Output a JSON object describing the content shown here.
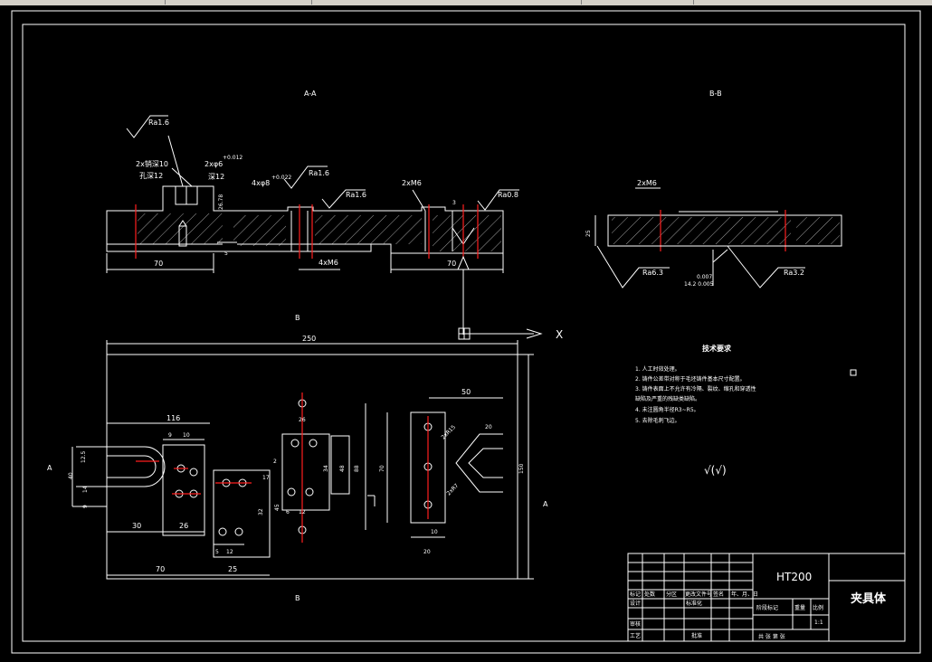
{
  "views": {
    "section_aa_title": "A-A",
    "section_bb_title": "B-B",
    "view_b_label": "B",
    "view_a_label": "A",
    "axis_x_label": "X"
  },
  "roughness": {
    "ra16_a": "Ra1.6",
    "ra16_b": "Ra1.6",
    "ra16_c": "Ra1.6",
    "ra08": "Ra0.8",
    "ra63": "Ra6.3",
    "ra32": "Ra3.2"
  },
  "aa_annotations": {
    "hole_a": "2x销深10",
    "hole_b": "孔深12",
    "hole_c": "2xφ6",
    "hole_c_tol": "+0.012",
    "hole_d": "深12",
    "dim_2678": "26.78",
    "dim_4h8": "4xφ8",
    "dim_4h8_tol": "+0.022",
    "dim_2m6a": "2xM6",
    "dim_4m6": "4xM6",
    "dim_70_left": "70",
    "dim_70_right": "70",
    "dim_5": "5",
    "dim_3": "3"
  },
  "bb_annotations": {
    "dim_2m6": "2xM6",
    "dim_25": "25",
    "tol_upper": "0.007",
    "tol_lower": "14.2 0.005"
  },
  "plan_dims": {
    "d250": "250",
    "d116": "116",
    "d9": "9",
    "d10": "10",
    "d125": "12.5",
    "d40": "40",
    "d14": "14",
    "d9b": "9",
    "d30": "30",
    "d26a": "26",
    "d70": "70",
    "d25": "25",
    "d5": "5",
    "d12": "12",
    "d17": "17",
    "d32": "32",
    "d45": "45",
    "d6": "6",
    "d12b": "12",
    "d26b": "26",
    "d2": "2",
    "d34": "34",
    "d48": "48",
    "d88": "88",
    "d50": "50",
    "d70v": "70",
    "d20": "20",
    "d10b": "10",
    "d20b": "20",
    "d150": "150",
    "r_a": "2xR15",
    "r_b": "2xR7"
  },
  "tech_req": {
    "title": "技术要求",
    "items": [
      "1. 人工时效处理。",
      "2. 铸件公差带对称于毛坯铸件基本尺寸配置。",
      "3. 铸件表面上不允许有冷隔、裂纹、缩孔和穿透性",
      "   缺陷及严重的残缺类缺陷。",
      "4. 未注圆角半径R3~R5。",
      "5. 去除毛刺飞边。"
    ],
    "roughness_mark": "√(√)"
  },
  "title_block": {
    "material": "HT200",
    "part_name": "夹具体",
    "scale": "1:1",
    "headers": [
      "标记",
      "处数",
      "分区",
      "更改文件号",
      "签名",
      "年、月、日"
    ],
    "row_design": "设计",
    "row_standard": "标准化",
    "row_review": "审核",
    "row_process": "工艺",
    "row_approve": "批准",
    "stage_marks": "阶段标记",
    "weight": "重量",
    "ratio": "比例",
    "sheet_info": "共  张  第  张"
  },
  "colors": {
    "background": "#000000",
    "lines": "#ffffff",
    "centerlines": "#ff1e1e",
    "hatch": "#c8c8c8"
  }
}
